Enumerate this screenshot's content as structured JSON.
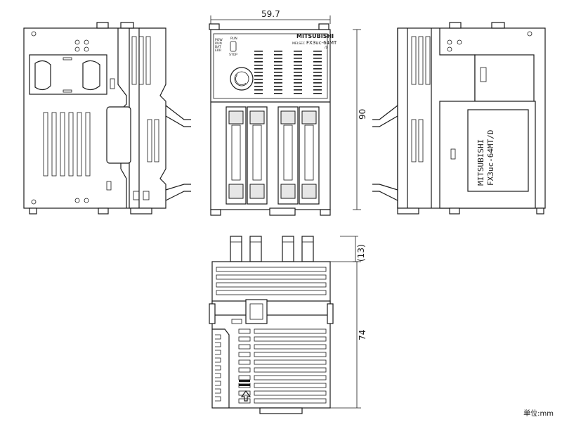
{
  "dimensions": {
    "width_label": "59.7",
    "height_label": "90",
    "depth_label": "74",
    "protrusion_label": "(13)"
  },
  "unit_label": "単位:mm",
  "front_panel": {
    "brand": "MITSUBISHI",
    "series_badge": "MELSEC",
    "model": "FX3uc-64MT",
    "model_suffix": "/D",
    "switch_run": "RUN",
    "switch_stop": "STOP",
    "leds": [
      "POW",
      "RUN",
      "BAT",
      "ERR"
    ]
  },
  "side_label": {
    "line1": "MITSUBISHI",
    "line2": "FX3uc-64MT/D"
  }
}
